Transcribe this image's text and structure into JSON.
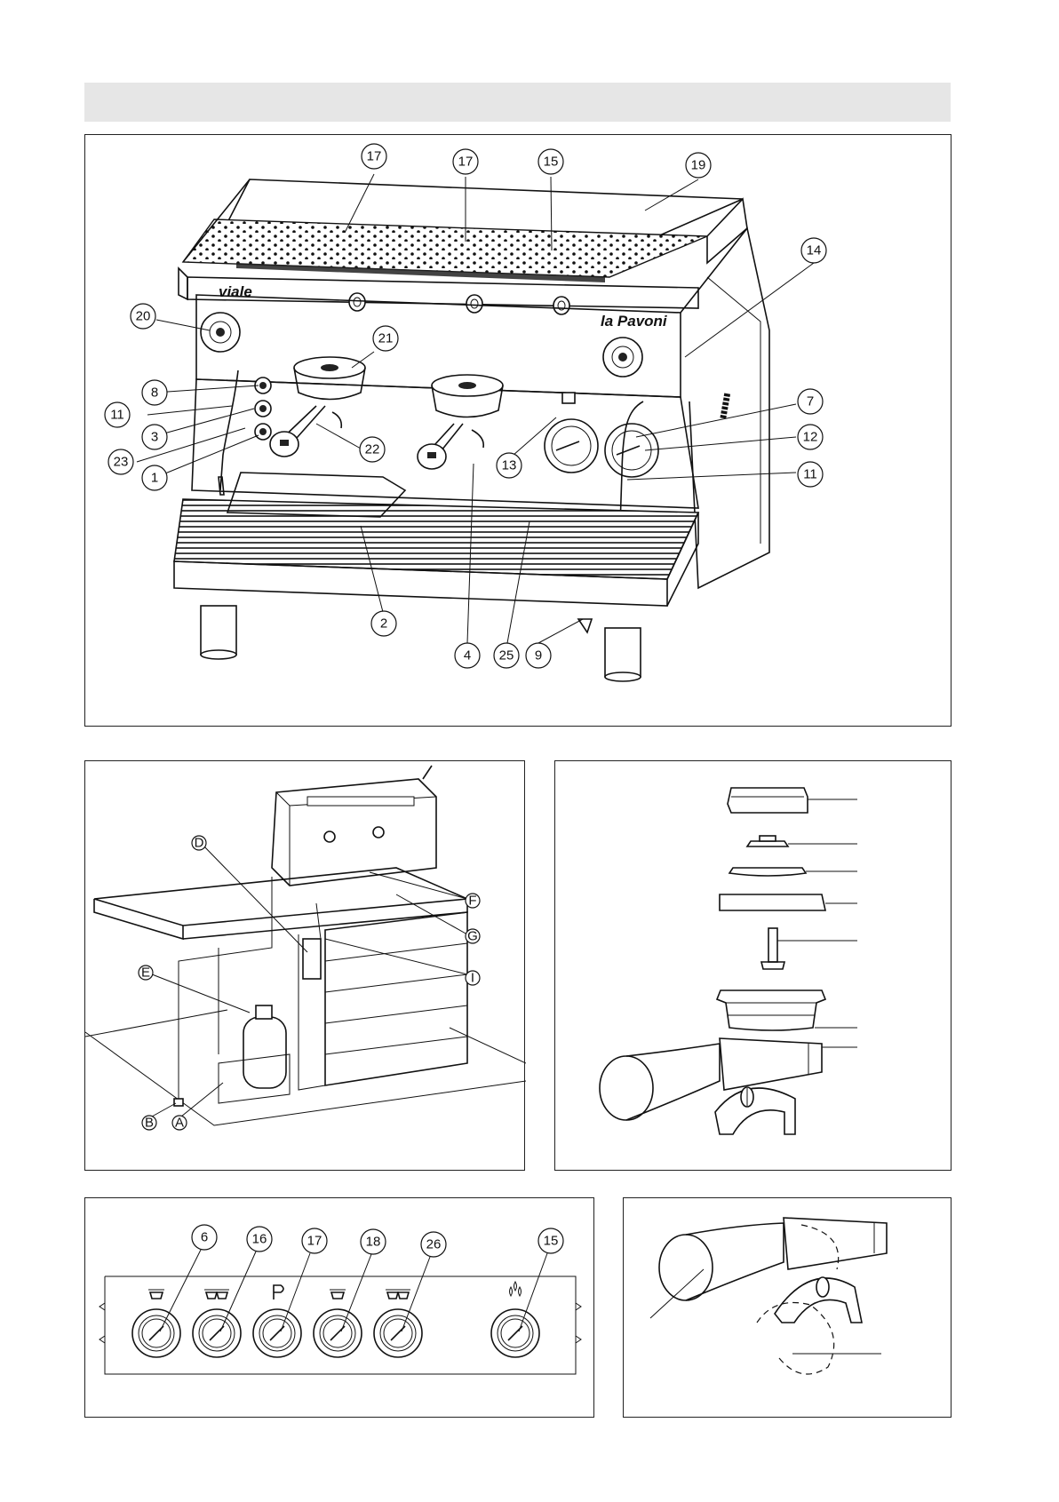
{
  "header": {
    "title": ""
  },
  "figure_main": {
    "brand_logo": "la Pavoni",
    "side_label": "viale",
    "callouts": [
      "17",
      "17",
      "15",
      "19",
      "14",
      "20",
      "21",
      "8",
      "11",
      "3",
      "23",
      "1",
      "22",
      "13",
      "7",
      "12",
      "11",
      "2",
      "4",
      "25",
      "9"
    ]
  },
  "figure_install": {
    "callouts": [
      "D",
      "E",
      "F",
      "G",
      "I",
      "B",
      "A"
    ]
  },
  "figure_panel": {
    "callouts": [
      "6",
      "16",
      "17",
      "18",
      "26",
      "15"
    ],
    "icons": [
      "single-cup-icon",
      "double-cup-icon",
      "p-icon",
      "single-cup-icon",
      "double-cup-icon",
      "water-drops-icon"
    ]
  }
}
